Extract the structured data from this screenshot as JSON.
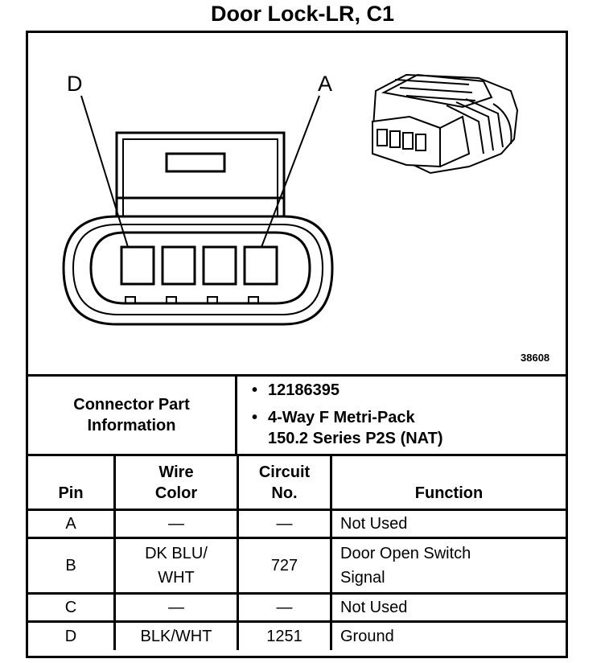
{
  "title": "Door Lock-LR, C1",
  "diagram": {
    "pin_label_left": "D",
    "pin_label_right": "A",
    "figure_number": "38608",
    "icon": "connector-face-drawing"
  },
  "connector_info": {
    "label_line1": "Connector Part",
    "label_line2": "Information",
    "part_number": "12186395",
    "description_line1": "4-Way F Metri-Pack",
    "description_line2": "150.2 Series P2S (NAT)"
  },
  "table": {
    "headers": {
      "pin": "Pin",
      "wire_color_line1": "Wire",
      "wire_color_line2": "Color",
      "circuit_line1": "Circuit",
      "circuit_line2": "No.",
      "function": "Function"
    },
    "rows": [
      {
        "pin": "A",
        "wire_color": "—",
        "circuit": "—",
        "function": "Not Used"
      },
      {
        "pin": "B",
        "wire_color": "DK BLU/\nWHT",
        "circuit": "727",
        "function": "Door Open Switch\nSignal"
      },
      {
        "pin": "C",
        "wire_color": "—",
        "circuit": "—",
        "function": "Not Used"
      },
      {
        "pin": "D",
        "wire_color": "BLK/WHT",
        "circuit": "1251",
        "function": "Ground"
      }
    ]
  }
}
